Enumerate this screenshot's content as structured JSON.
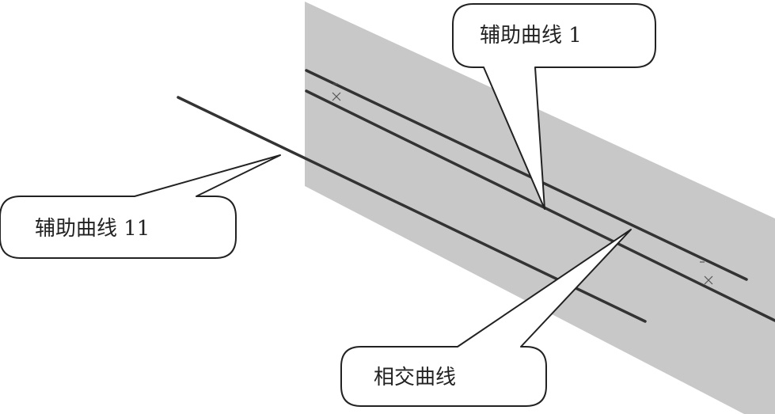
{
  "diagram": {
    "colors": {
      "plane_fill": "#c8c8c8",
      "line": "#333333",
      "callout_stroke": "#222222",
      "callout_fill": "#ffffff",
      "marker": "#555555"
    },
    "callouts": {
      "aux_curve_1": "辅助曲线 1",
      "aux_curve_11": "辅助曲线 11",
      "intersection_curve": "相交曲线"
    }
  }
}
